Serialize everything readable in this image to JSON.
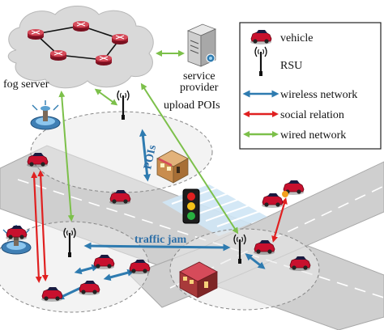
{
  "labels": {
    "fog_server": "fog server",
    "service_provider_line1": "service",
    "service_provider_line2": "provider",
    "upload_pois": "upload POIs",
    "pois": "POIs",
    "traffic_jam": "traffic jam"
  },
  "legend": {
    "items": [
      {
        "label": "vehicle",
        "icon": "car-icon"
      },
      {
        "label": "RSU",
        "icon": "antenna-icon"
      },
      {
        "label": "wireless network",
        "icon": "double-arrow",
        "color": "#2e7bb0"
      },
      {
        "label": "social relation",
        "icon": "double-arrow",
        "color": "#e02020"
      },
      {
        "label": "wired network",
        "icon": "double-arrow",
        "color": "#7cc04a"
      }
    ]
  },
  "colors": {
    "wireless": "#2e7bb0",
    "social": "#e02020",
    "wired": "#7cc04a",
    "road": "#cdcdcd",
    "car": "#c8102e"
  }
}
